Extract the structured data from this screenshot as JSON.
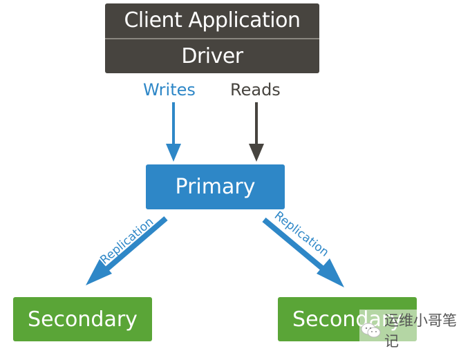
{
  "diagram": {
    "client": {
      "top_label": "Client Application",
      "bottom_label": "Driver"
    },
    "writes_label": "Writes",
    "reads_label": "Reads",
    "primary_label": "Primary",
    "replication_left_label": "Replication",
    "replication_right_label": "Replication",
    "secondary_left_label": "Secondary",
    "secondary_right_label": "Secondary",
    "colors": {
      "client_box": "#47443f",
      "primary_box": "#2e87c7",
      "secondary_box": "#5aa537",
      "writes": "#2e87c7",
      "reads": "#47443f"
    }
  },
  "watermark": {
    "icon": "wechat-icon",
    "text": "运维小哥笔记"
  }
}
